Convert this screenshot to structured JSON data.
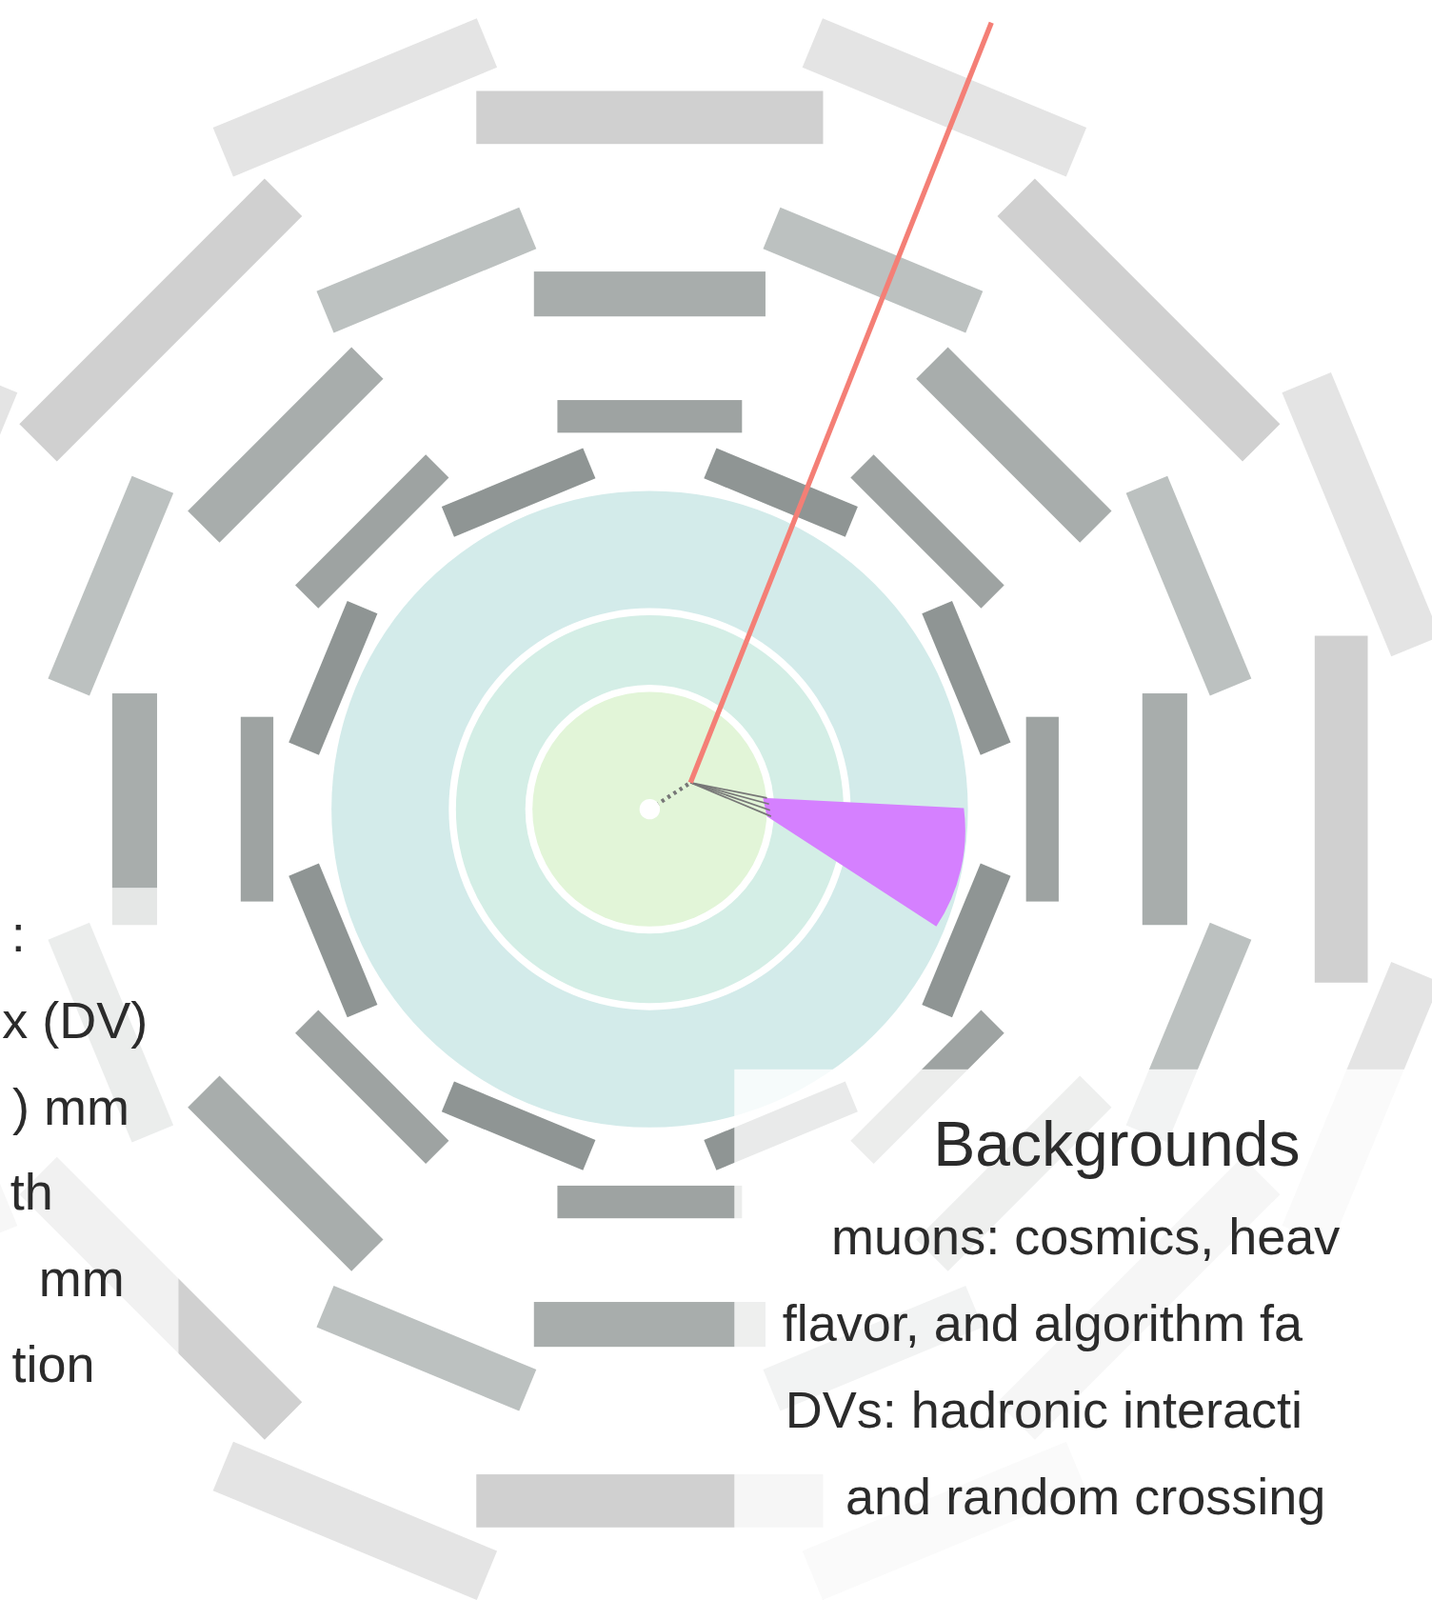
{
  "diagram": {
    "labels": [
      ":",
      "x (DV)",
      ") mm",
      "th",
      "mm",
      "tion",
      "Backgrounds",
      "muons: cosmics, heav",
      "flavor, and algorithm fa",
      "DVs: hadronic interacti",
      "and random crossing"
    ]
  }
}
